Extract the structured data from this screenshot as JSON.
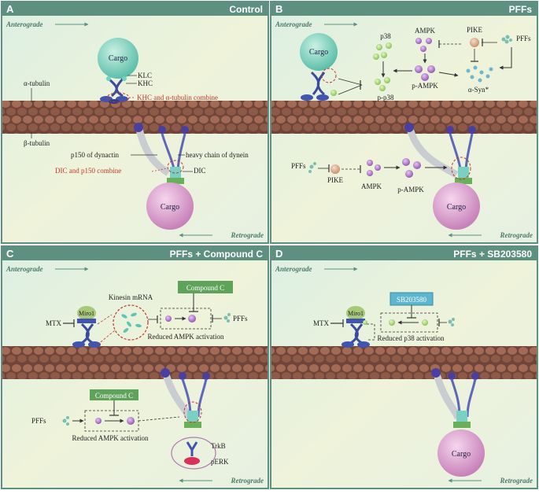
{
  "panels": {
    "a": {
      "letter": "A",
      "title": "Control",
      "anterograde": "Anterograde",
      "retrograde": "Retrograde",
      "cargo_top": "Cargo",
      "cargo_bottom": "Cargo",
      "klc": "KLC",
      "khc": "KHC",
      "khc_combine": "KHC and α-tubulin combine",
      "alpha_tubulin": "α-tubulin",
      "beta_tubulin": "β-tubulin",
      "p150": "p150 of dynactin",
      "heavy_chain": "heavy chain of dynein",
      "dic": "DIC",
      "dic_combine": "DIC and p150 combine"
    },
    "b": {
      "letter": "B",
      "title": "PFFs",
      "anterograde": "Anterograde",
      "retrograde": "Retrograde",
      "cargo_top": "Cargo",
      "cargo_bottom": "Cargo",
      "p38": "p38",
      "p_p38": "p-p38",
      "ampk": "AMPK",
      "p_ampk": "p-AMPK",
      "pike": "PIKE",
      "pffs": "PFFs",
      "asyn": "α-Syn*",
      "pffs_low": "PFFs",
      "pike_low": "PIKE",
      "ampk_low": "AMPK",
      "p_ampk_low": "p-AMPK"
    },
    "c": {
      "letter": "C",
      "title": "PFFs + Compound C",
      "anterograde": "Anterograde",
      "retrograde": "Retrograde",
      "compound_top": "Compound C",
      "kinesin_mrna": "Kinesin mRNA",
      "mtx": "MTX",
      "miro": "Miro1",
      "pffs_top": "PFFs",
      "reduced_top": "Reduced AMPK activation",
      "compound_low": "Compound C",
      "pffs_low": "PFFs",
      "reduced_low": "Reduced AMPK activation",
      "trkb": "TrkB",
      "perk": "pERK"
    },
    "d": {
      "letter": "D",
      "title": "PFFs + SB203580",
      "anterograde": "Anterograde",
      "retrograde": "Retrograde",
      "inhibitor": "SB203580",
      "mtx": "MTX",
      "miro": "Miro1",
      "reduced": "Reduced p38 activation",
      "cargo": "Cargo"
    }
  },
  "colors": {
    "header": "#5e9080",
    "microtubule": "#8a5a48",
    "cargo_teal": "#8fd8c4",
    "cargo_pink": "#e3a7d6",
    "dashed_red": "#c0392b",
    "green_box": "#5fa35a",
    "blue_box": "#5cb6cf"
  }
}
